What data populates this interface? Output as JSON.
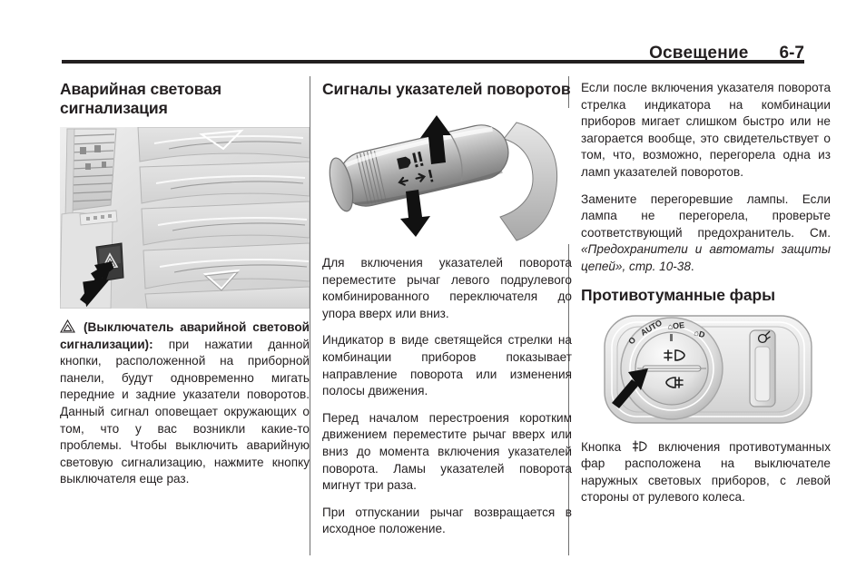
{
  "header": {
    "title": "Освещение",
    "page_number": "6-7"
  },
  "columns": {
    "left": {
      "heading": "Аварийная световая сигнализация",
      "figure": {
        "name": "dashboard-hazard-button-photo",
        "caption": ""
      },
      "paragraphs": [
        {
          "icon": "hazard-triangle-icon",
          "bold": "(Выключатель аварийной световой сигнализации):",
          "text": " при нажатии данной кнопки, расположенной на приборной панели, будут одновременно мигать передние и задние указатели поворотов. Данный сигнал оповещает окружающих о том, что у вас возникли какие-то проблемы. Чтобы выключить аварийную световую сигнализацию, нажмите кнопку выключателя еще раз."
        }
      ]
    },
    "middle": {
      "heading": "Сигналы указателей поворотов",
      "figure": {
        "name": "turn-signal-stalk-illustration",
        "caption": ""
      },
      "paragraphs": [
        "Для включения указателей поворота переместите рычаг левого подрулевого комбинированного переключателя до упора вверх или вниз.",
        "Индикатор в виде светящейся стрелки на комбинации приборов показывает направление поворота или изменения полосы движения.",
        "Перед началом перестроения коротким движением переместите рычаг вверх или вниз до момента включения указателей поворота. Ламы указателей поворота мигнут три раза.",
        "При отпускании рычаг возвращается в исходное положение."
      ]
    },
    "right": {
      "paragraphs_top": [
        "Если после включения указателя поворота стрелка индикатора на комбинации приборов мигает слишком быстро или не загорается вообще, это свидетельствует о том, что, возможно, перегорела одна из ламп указателей поворотов."
      ],
      "paragraph_fuse": {
        "text_before": "Замените перегоревшие лампы. Если лампа не перегорела, проверьте соответствующий предохранитель. См. ",
        "italic_ref": "«Предохранители и автоматы защиты цепей», стр. 10-38",
        "text_after": "."
      },
      "heading": "Противотуманные фары",
      "figure": {
        "name": "headlamp-rotary-switch-illustration",
        "caption": ""
      },
      "paragraph_fog": {
        "text_before": "Кнопка ",
        "icon": "fog-lamp-icon",
        "text_after": " включения противотуманных фар расположена на выключателе наружных световых приборов, с левой стороны от рулевого колеса."
      }
    }
  },
  "figure_labels": {
    "switch_dial": [
      "O",
      "AUTO",
      "⌁OE",
      "⌁D"
    ]
  },
  "colors": {
    "ink": "#231f20",
    "rule": "#231f20",
    "divider": "#6f6f6f",
    "page_background": "#ffffff"
  }
}
